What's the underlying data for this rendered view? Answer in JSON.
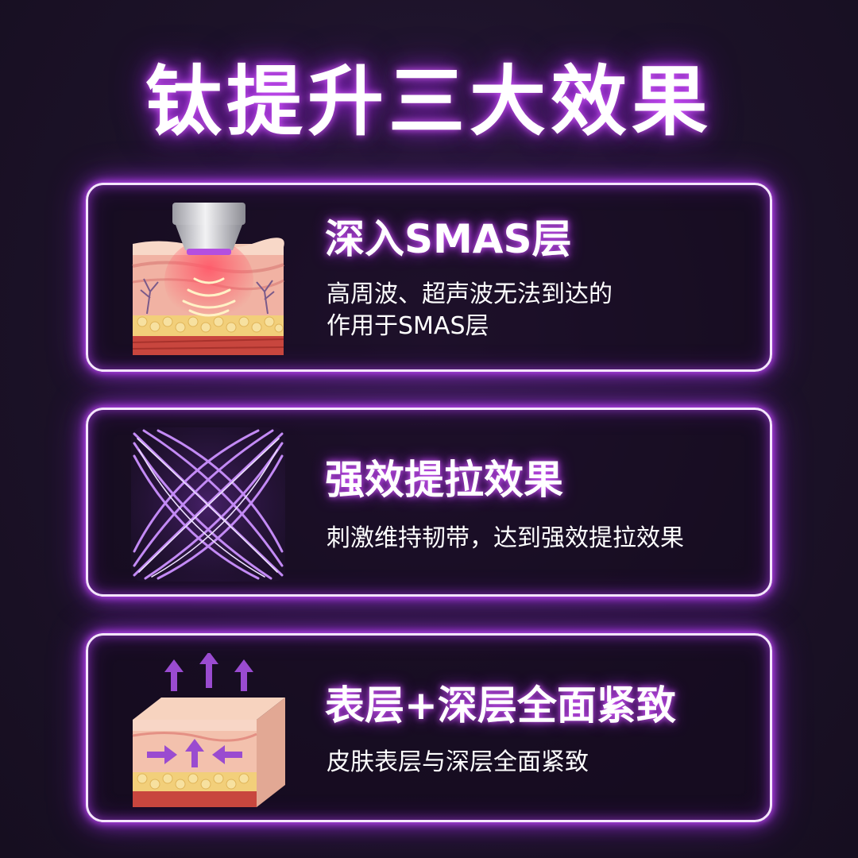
{
  "title": "钛提升三大效果",
  "cards": [
    {
      "heading": "深入SMAS层",
      "desc_line1": "高周波、超声波无法到达的",
      "desc_line2": "作用于SMAS层",
      "illustration": "skin-layer-ultrasound-icon"
    },
    {
      "heading": "强效提拉效果",
      "desc_line1": "刺激维持韧带，达到强效提拉效果",
      "illustration": "crossing-fiber-lines-icon"
    },
    {
      "heading": "表层+深层全面紧致",
      "desc_line1": "皮肤表层与深层全面紧致",
      "illustration": "skin-layer-tightening-arrows-icon"
    }
  ],
  "colors": {
    "background": "#1c1228",
    "glow": "#c94bff",
    "text": "#ffffff",
    "purple_lines": "#b06cf0"
  }
}
